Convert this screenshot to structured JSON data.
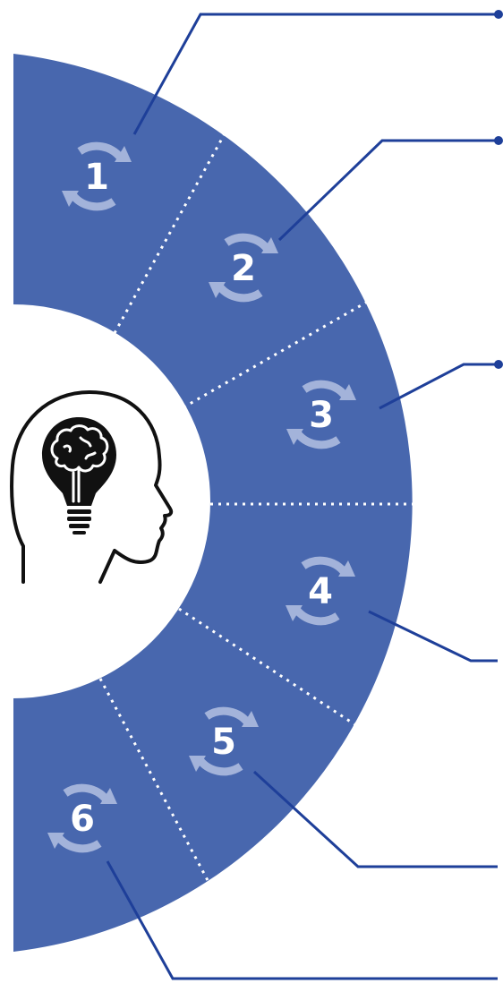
{
  "colors": {
    "ring": "#4867ae",
    "cycle_arrow": "#a3b3da",
    "leader": "#1e3f99",
    "divider": "#ffffff",
    "head_outline": "#111111",
    "background": "#ffffff"
  },
  "center_icon": "head-lightbulb-brain-icon",
  "segments": [
    {
      "number": "1",
      "icon": "cycle-arrows-icon"
    },
    {
      "number": "2",
      "icon": "cycle-arrows-icon"
    },
    {
      "number": "3",
      "icon": "cycle-arrows-icon"
    },
    {
      "number": "4",
      "icon": "cycle-arrows-icon"
    },
    {
      "number": "5",
      "icon": "cycle-arrows-icon"
    },
    {
      "number": "6",
      "icon": "cycle-arrows-icon"
    }
  ]
}
